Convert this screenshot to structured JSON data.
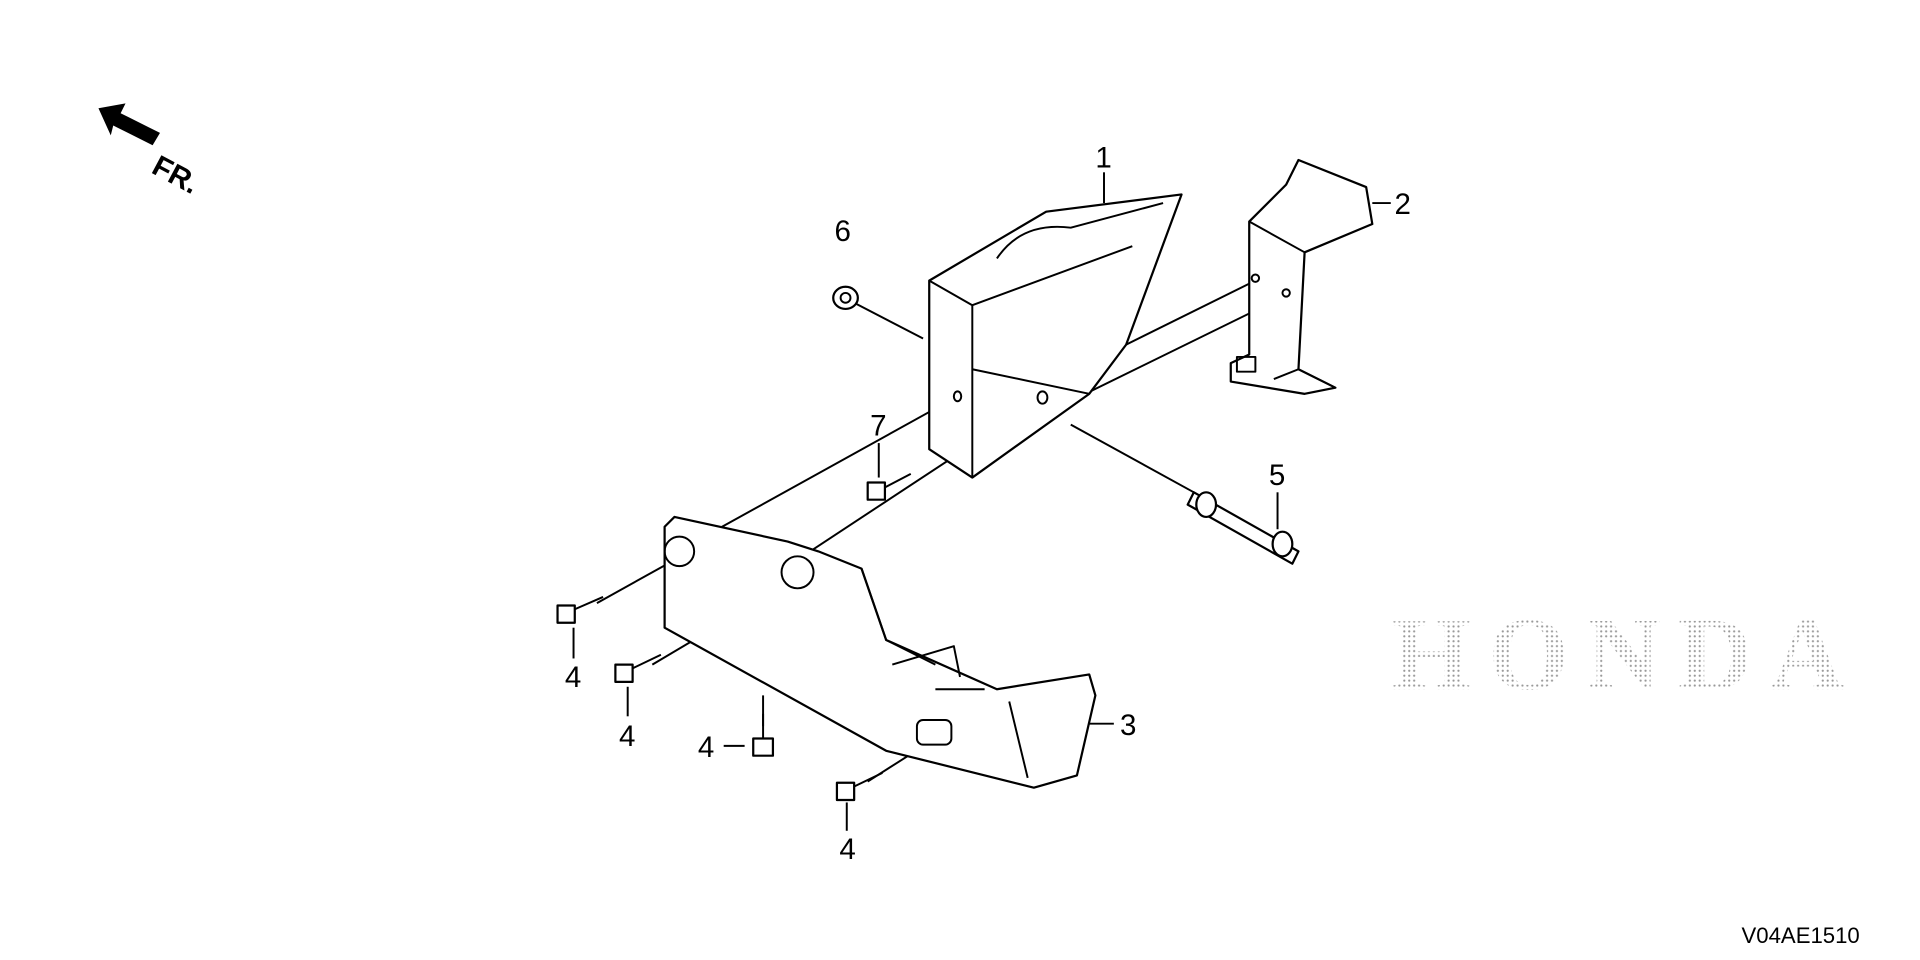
{
  "watermark": "HONDA",
  "direction": {
    "label": "FR.",
    "icon": "front-arrow-icon"
  },
  "diagram_code": "V04AE1510",
  "callouts": [
    {
      "id": "1",
      "label": "1"
    },
    {
      "id": "2",
      "label": "2"
    },
    {
      "id": "3",
      "label": "3"
    },
    {
      "id": "4a",
      "label": "4"
    },
    {
      "id": "4b",
      "label": "4"
    },
    {
      "id": "4c",
      "label": "4"
    },
    {
      "id": "4d",
      "label": "4"
    },
    {
      "id": "5",
      "label": "5"
    },
    {
      "id": "6",
      "label": "6"
    },
    {
      "id": "7",
      "label": "7"
    }
  ]
}
